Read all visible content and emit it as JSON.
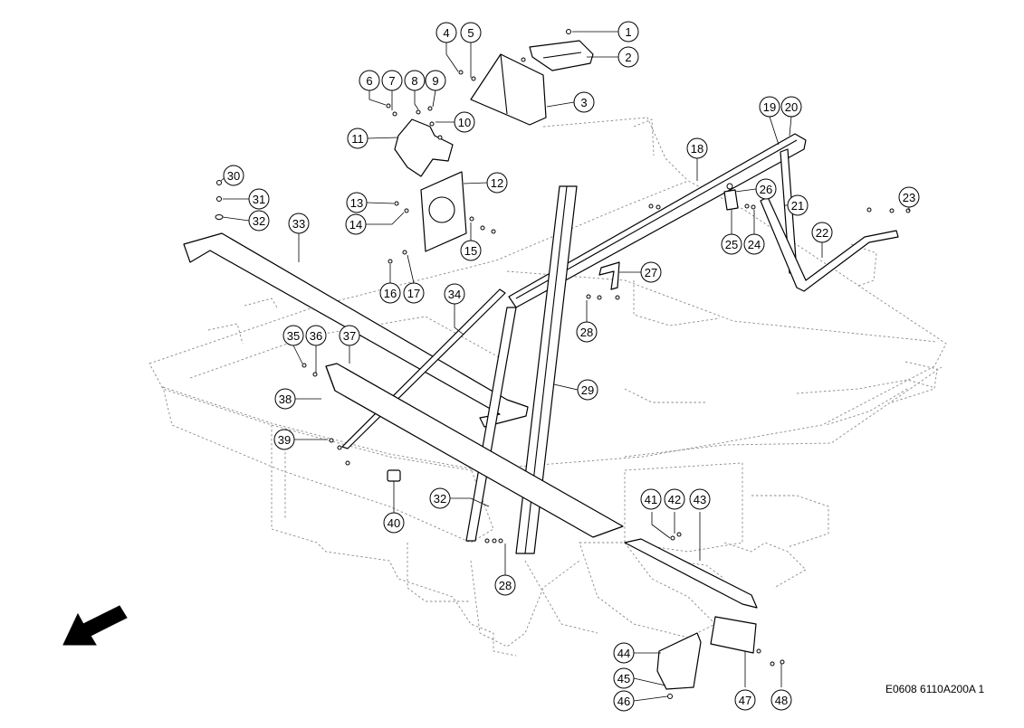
{
  "reference_code": "E0608 6110A200A 1",
  "callout_numbers": [
    "1",
    "2",
    "3",
    "4",
    "5",
    "6",
    "7",
    "8",
    "9",
    "10",
    "11",
    "12",
    "13",
    "14",
    "15",
    "16",
    "17",
    "18",
    "19",
    "20",
    "21",
    "22",
    "23",
    "24",
    "25",
    "26",
    "27",
    "28",
    "29",
    "30",
    "31",
    "32",
    "33",
    "34",
    "35",
    "36",
    "37",
    "38",
    "39",
    "40",
    "41",
    "42",
    "43",
    "44",
    "45",
    "46",
    "47",
    "48"
  ],
  "icons": {
    "direction_arrow": "forward-direction-arrow-icon"
  }
}
